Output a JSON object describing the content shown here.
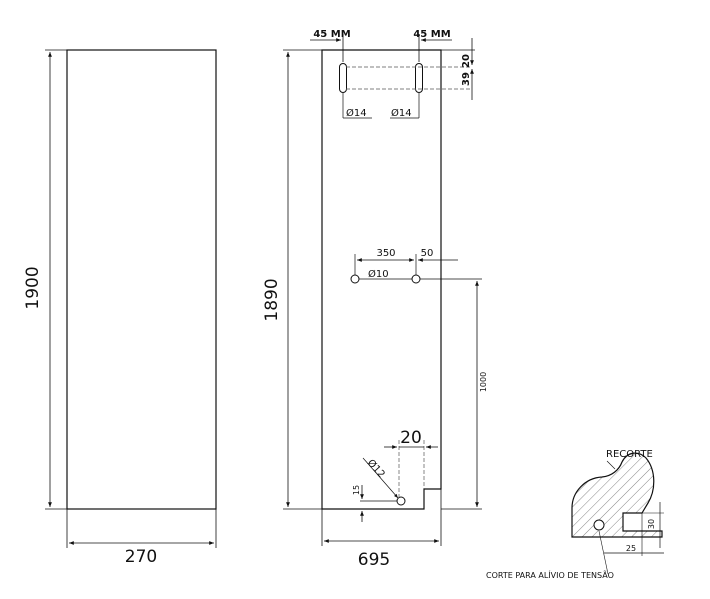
{
  "left_panel": {
    "height_label": "1900",
    "width_label": "270"
  },
  "right_panel": {
    "height_label": "1890",
    "width_label": "695",
    "top_offset_left": "45 MM",
    "top_offset_right": "45 MM",
    "slot_dim_a": "20",
    "slot_dim_b": "39",
    "slot_hole_left": "Ø14",
    "slot_hole_right": "Ø14",
    "mid_spacing": "350",
    "mid_edge": "50",
    "mid_hole": "Ø10",
    "mid_height": "1000",
    "notch_width": "20",
    "bottom_hole": "Ø12",
    "bottom_offset": "15"
  },
  "detail": {
    "title": "RECORTE",
    "notch_height": "30",
    "notch_width": "25",
    "caption": "CORTE PARA ALÍVIO DE TENSÃO"
  },
  "colors": {
    "line": "#111111",
    "hatch": "#888888",
    "dash": "#555555"
  }
}
